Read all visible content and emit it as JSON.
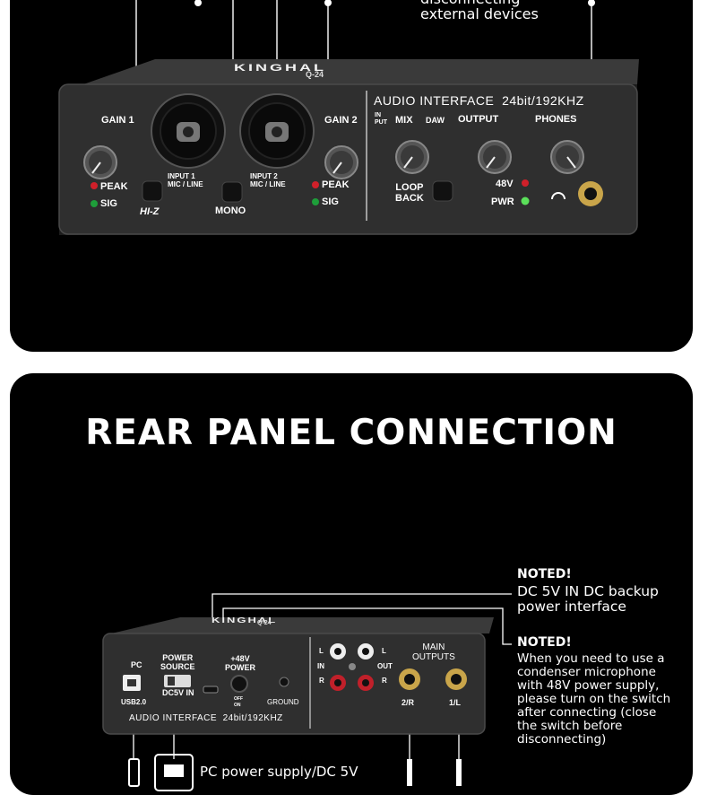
{
  "top_callout": "disconnecting\nexternal devices",
  "front_panel": {
    "brand": "KINGHAL",
    "model": "Q-24",
    "interface_label": "AUDIO INTERFACE  24bit/192KHZ",
    "gain1": "GAIN 1",
    "gain2": "GAIN 2",
    "peak1": "PEAK",
    "sig1": "SIG",
    "peak2": "PEAK",
    "sig2": "SIG",
    "input1": "INPUT 1\nMIC / LINE",
    "input2": "INPUT 2\nMIC / LINE",
    "hiz": "HI-Z",
    "mono": "MONO",
    "mix_input": "IN\nPUT",
    "mix": "MIX",
    "mix_daw": "DAW",
    "output": "OUTPUT",
    "phones": "PHONES",
    "loop_back": "LOOP\nBACK",
    "v48": "48V",
    "pwr": "PWR"
  },
  "rear_section": {
    "title": "REAR PANEL CONNECTION",
    "pc": "PC",
    "usb": "USB2.0",
    "power_source": "POWER\nSOURCE",
    "dc5v_in": "DC5V IN",
    "phantom": "+48V\nPOWER",
    "off_on": "OFF\nON",
    "ground": "GROUND",
    "in": "IN",
    "out": "OUT",
    "l": "L",
    "r": "R",
    "main_outputs": "MAIN\nOUTPUTS",
    "out_2r": "2/R",
    "out_1l": "1/L",
    "interface_label": "AUDIO INTERFACE  24bit/192KHZ",
    "brand": "KINGHAL",
    "model": "Q-24",
    "note1_title": "NOTED!",
    "note1_text": "DC 5V IN DC backup\npower interface",
    "note2_title": "NOTED!",
    "note2_text": "When you need to use a\ncondenser microphone\nwith 48V power supply,\nplease turn on the switch\nafter connecting (close\nthe switch before\ndisconnecting)",
    "bottom_callout": "PC power supply/DC 5V"
  },
  "colors": {
    "background": "#000000",
    "device": "#2d2d2d",
    "text": "#ffffff",
    "peak_led": "#d0202a",
    "sig_led": "#1e9e3a",
    "jack_gold": "#c9a54a"
  }
}
